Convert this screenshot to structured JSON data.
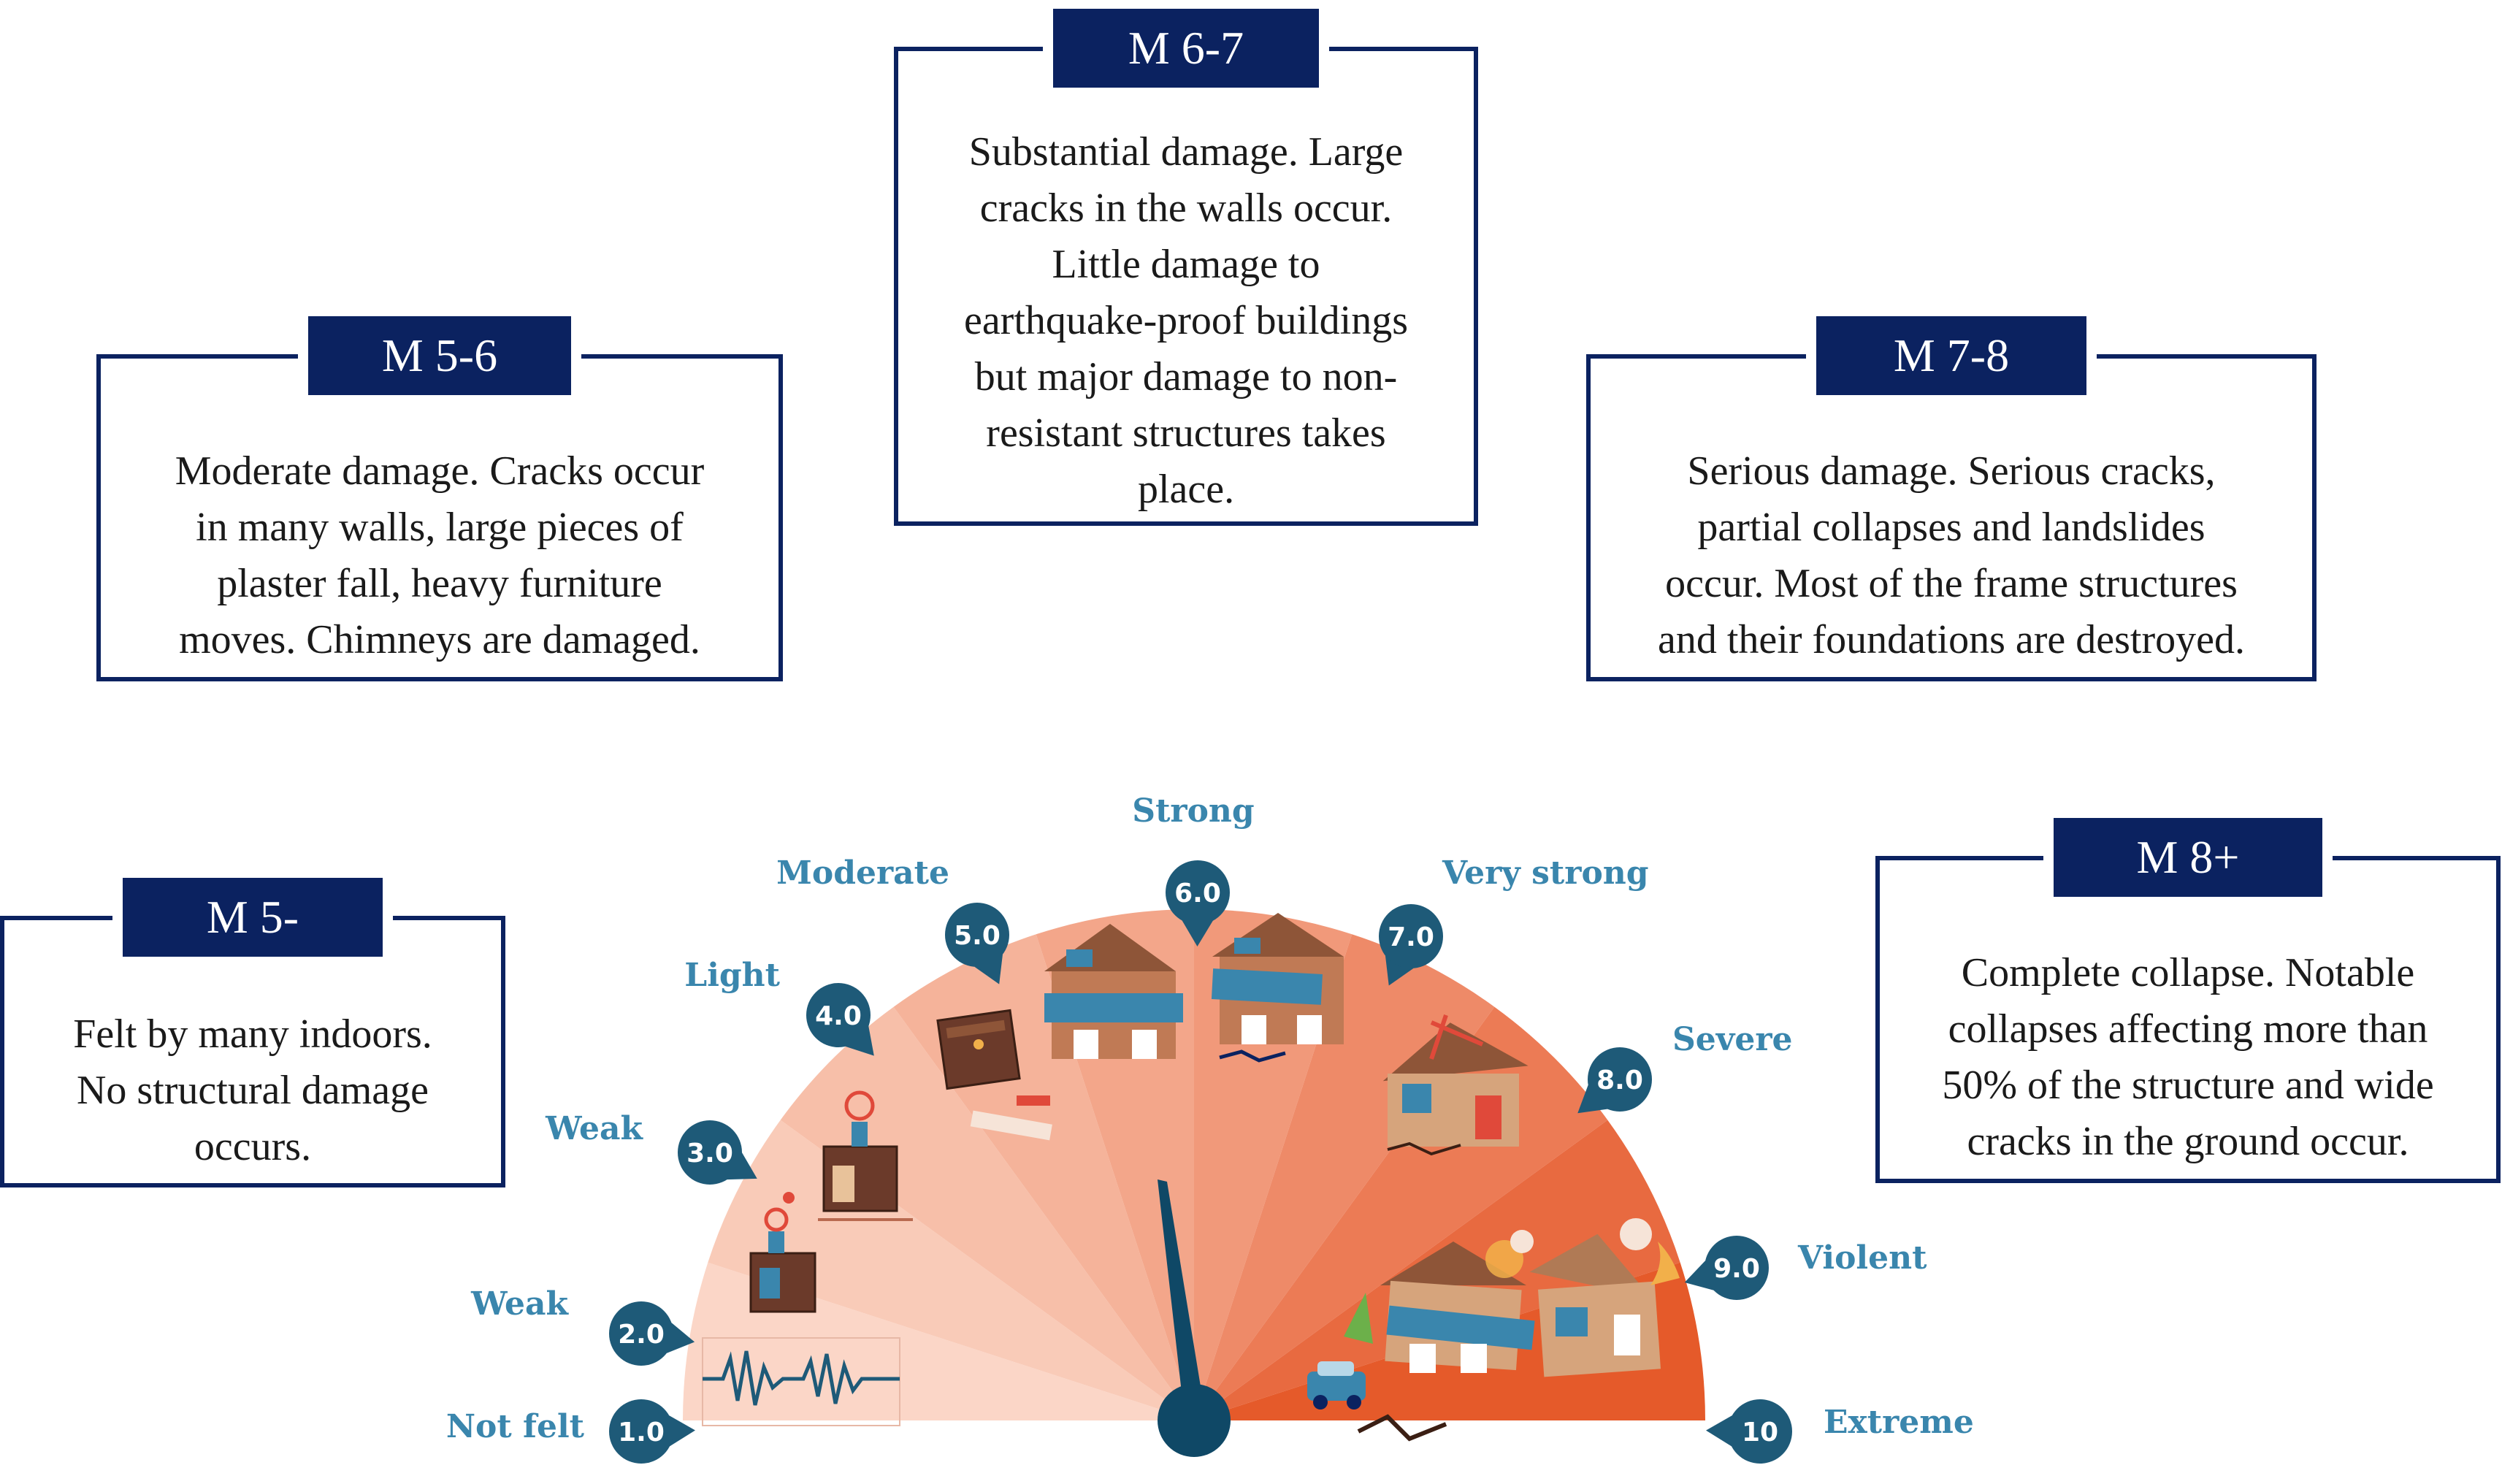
{
  "boxes": [
    {
      "id": "m5minus",
      "tag": "M 5-",
      "text": [
        "Felt by many indoors.",
        "No structural damage",
        "occurs."
      ]
    },
    {
      "id": "m56",
      "tag": "M 5-6",
      "text": [
        "Moderate damage. Cracks occur",
        "in many walls, large pieces of",
        "plaster fall, heavy furniture",
        "moves. Chimneys are damaged."
      ]
    },
    {
      "id": "m67",
      "tag": "M 6-7",
      "text": [
        "Substantial damage. Large",
        "cracks in the walls occur.",
        "Little damage to",
        "earthquake-proof buildings",
        "but major damage to non-",
        "resistant structures takes",
        "place."
      ]
    },
    {
      "id": "m78",
      "tag": "M 7-8",
      "text": [
        "Serious damage. Serious cracks,",
        "partial collapses and landslides",
        "occur. Most of the frame structures",
        "and their foundations are destroyed."
      ]
    },
    {
      "id": "m8plus",
      "tag": "M 8+",
      "text": [
        "Complete collapse. Notable",
        "collapses affecting more than",
        "50% of the structure and wide",
        "cracks in the ground occur."
      ]
    }
  ],
  "scale": [
    {
      "value": "1.0",
      "label": "Not felt"
    },
    {
      "value": "2.0",
      "label": "Weak"
    },
    {
      "value": "3.0",
      "label": "Weak"
    },
    {
      "value": "4.0",
      "label": "Light"
    },
    {
      "value": "5.0",
      "label": "Moderate"
    },
    {
      "value": "6.0",
      "label": "Strong"
    },
    {
      "value": "7.0",
      "label": "Very strong"
    },
    {
      "value": "8.0",
      "label": "Severe"
    },
    {
      "value": "9.0",
      "label": "Violent"
    },
    {
      "value": "10",
      "label": "Extreme"
    }
  ],
  "colors": {
    "navy": "#0b2260",
    "pin": "#1e5a78",
    "label": "#3a86ad",
    "wedges": [
      "#fbd6c7",
      "#f9cbb8",
      "#f7bfa9",
      "#f5b39a",
      "#f3a68a",
      "#f1997a",
      "#ee8a68",
      "#ec7b55",
      "#e86a40",
      "#e55a2a"
    ],
    "needle": "#0f4866"
  },
  "icons": [
    "seismograph-icon",
    "nightstand-icon",
    "bookcase-icon",
    "dresser-icon",
    "house-icon",
    "damaged-house-icon",
    "collapsed-house-icon",
    "car-icon"
  ]
}
